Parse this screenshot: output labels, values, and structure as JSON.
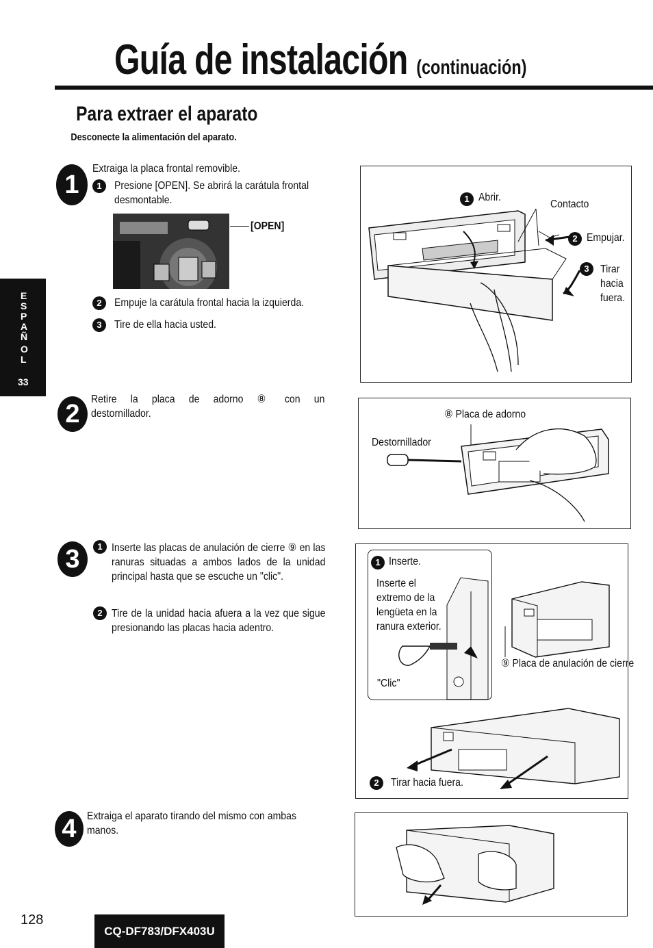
{
  "header": {
    "title": "Guía de instalación",
    "title_suffix": "(continuación)"
  },
  "section": {
    "heading": "Para extraer el aparato",
    "intro": "Desconecte la alimentación del aparato."
  },
  "sidebar": {
    "letters": [
      "E",
      "S",
      "P",
      "A",
      "Ñ",
      "O",
      "L"
    ],
    "page": "33"
  },
  "steps": [
    {
      "number": "1",
      "main": "Extraiga la placa frontal removible.",
      "substeps": [
        {
          "n": "1",
          "text": "Presione [OPEN]. Se abrirá la carátula frontal desmontable."
        },
        {
          "n": "2",
          "text": "Empuje la carátula frontal hacia la izquierda."
        },
        {
          "n": "3",
          "text": "Tire de ella hacia usted."
        }
      ],
      "inset_label": "[OPEN]",
      "figure": {
        "labels": [
          "Abrir.",
          "Contacto",
          "Empujar.",
          "Tirar hacia fuera."
        ],
        "nums": [
          "1",
          "2",
          "3"
        ]
      }
    },
    {
      "number": "2",
      "text": "Retire la placa de adorno ⑧ con un destornillador.",
      "figure": {
        "labels": [
          "⑧ Placa de adorno",
          "Destornillador"
        ]
      }
    },
    {
      "number": "3",
      "substeps": [
        {
          "n": "1",
          "text": "Inserte las placas de anulación de cierre ⑨ en las ranuras situadas a ambos lados de la unidad principal hasta que se escuche un \"clic\"."
        },
        {
          "n": "2",
          "text": "Tire de la unidad hacia afuera a la vez que sigue presionando las placas hacia adentro."
        }
      ],
      "figure": {
        "labels": [
          "Inserte.",
          "Inserte el extremo de la lengüeta en la ranura exterior.",
          "\"Clic\"",
          "⑨ Placa de anulación de cierre",
          "Tirar hacia fuera."
        ],
        "nums": [
          "1",
          "2"
        ]
      }
    },
    {
      "number": "4",
      "text": "Extraiga el aparato tirando del mismo con ambas manos."
    }
  ],
  "footer": {
    "page_number": "128",
    "model": "CQ-DF783/DFX403U"
  },
  "icons": {
    "step_marker": "filled-circle-number",
    "arrow": "arrow-icon",
    "hand": "hand-icon"
  }
}
